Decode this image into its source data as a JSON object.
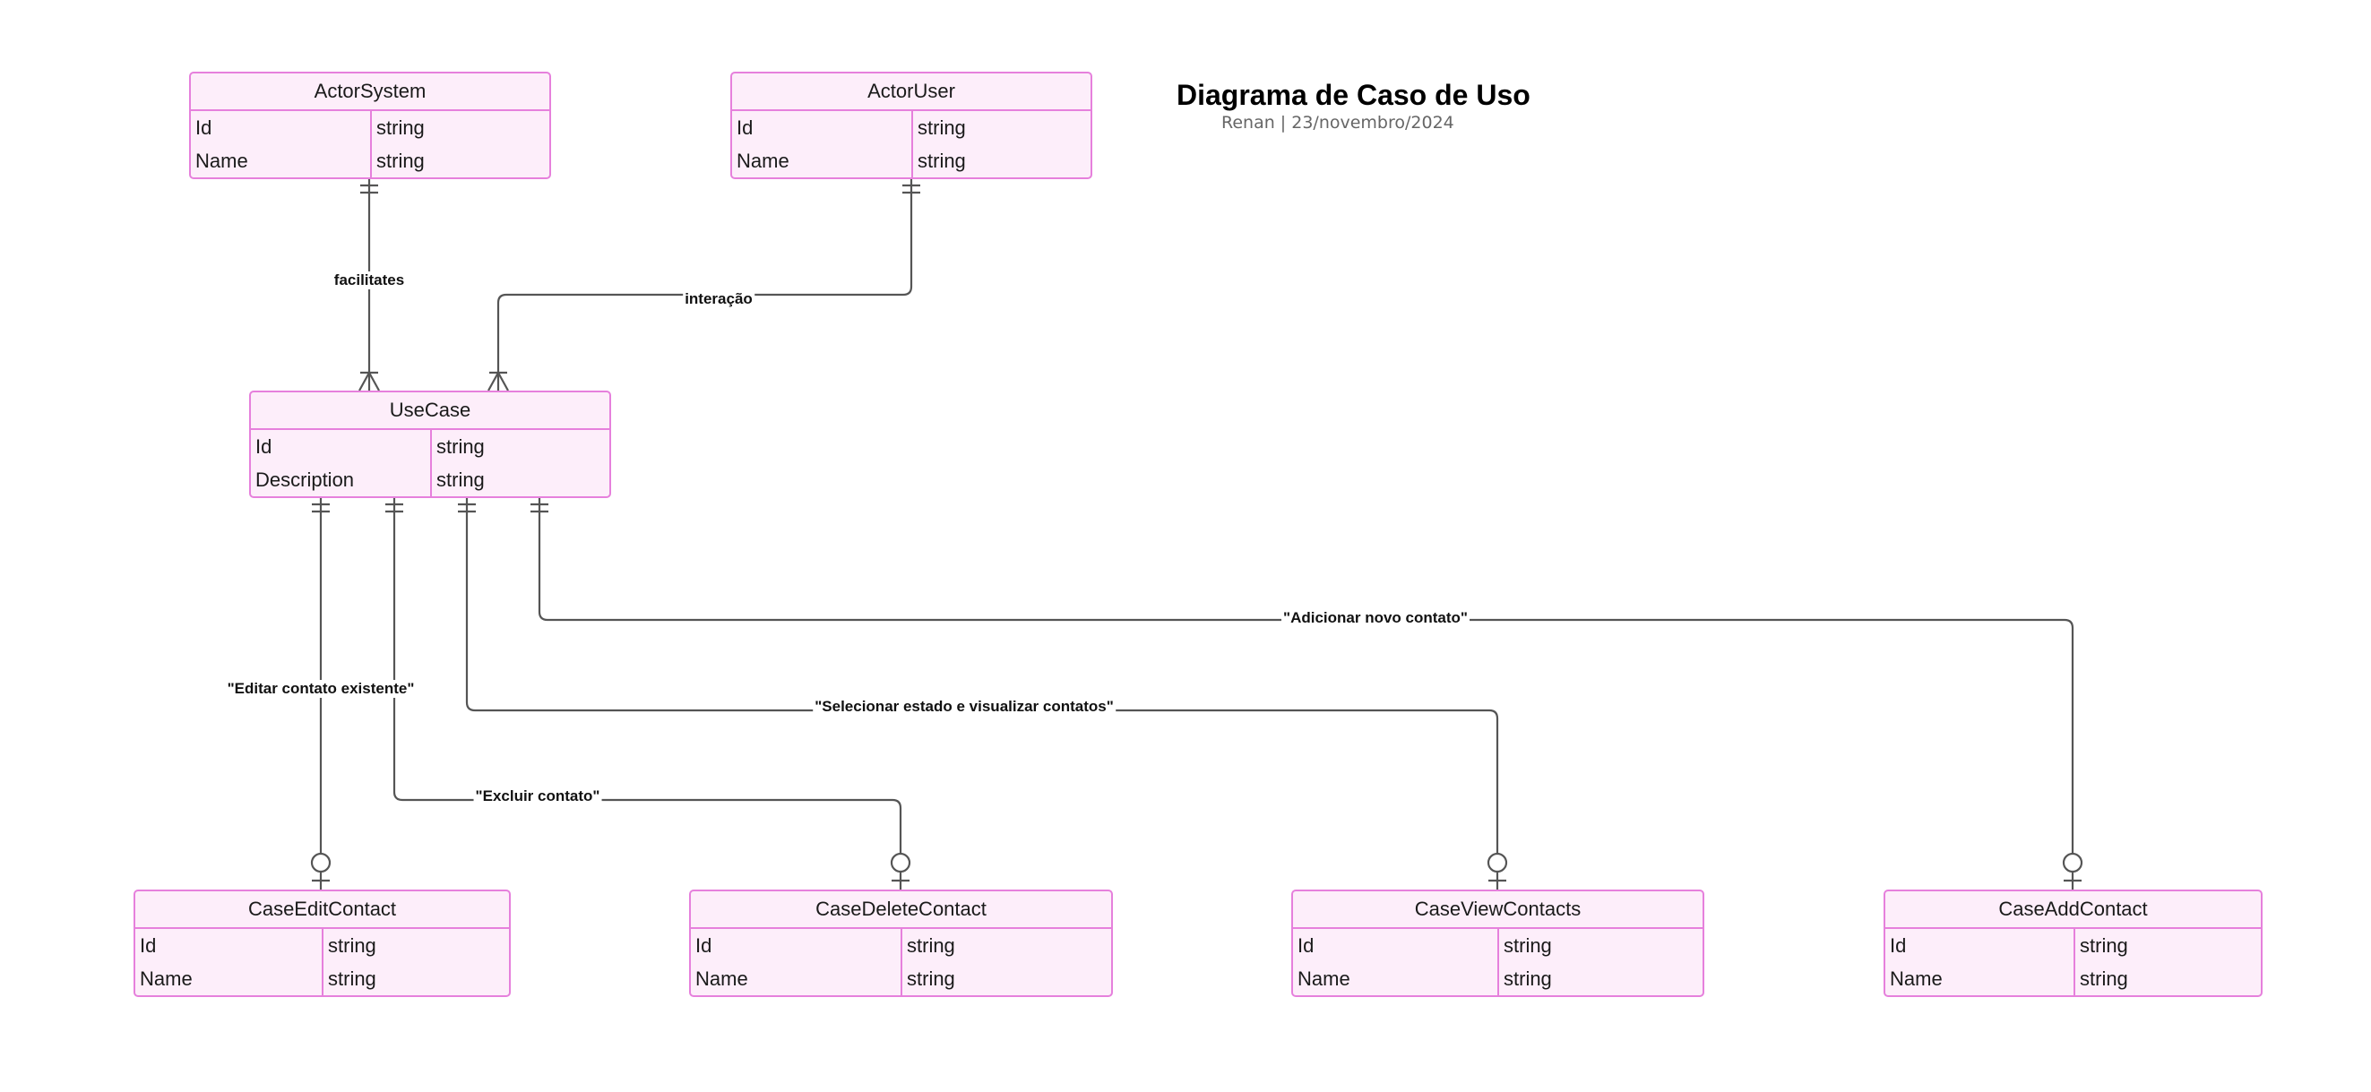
{
  "title": "Diagrama de Caso de Uso",
  "subtitle": "Renan | 23/novembro/2024",
  "colors": {
    "entity_fill": "#fdeefa",
    "entity_border": "#e680dc",
    "edge": "#555555",
    "title": "#000000",
    "subtitle": "#666666"
  },
  "entities": [
    {
      "id": "actor-system",
      "name": "ActorSystem",
      "fields": [
        {
          "name": "Id",
          "type": "string"
        },
        {
          "name": "Name",
          "type": "string"
        }
      ]
    },
    {
      "id": "actor-user",
      "name": "ActorUser",
      "fields": [
        {
          "name": "Id",
          "type": "string"
        },
        {
          "name": "Name",
          "type": "string"
        }
      ]
    },
    {
      "id": "use-case",
      "name": "UseCase",
      "fields": [
        {
          "name": "Id",
          "type": "string"
        },
        {
          "name": "Description",
          "type": "string"
        }
      ]
    },
    {
      "id": "case-edit-contact",
      "name": "CaseEditContact",
      "fields": [
        {
          "name": "Id",
          "type": "string"
        },
        {
          "name": "Name",
          "type": "string"
        }
      ]
    },
    {
      "id": "case-delete-contact",
      "name": "CaseDeleteContact",
      "fields": [
        {
          "name": "Id",
          "type": "string"
        },
        {
          "name": "Name",
          "type": "string"
        }
      ]
    },
    {
      "id": "case-view-contacts",
      "name": "CaseViewContacts",
      "fields": [
        {
          "name": "Id",
          "type": "string"
        },
        {
          "name": "Name",
          "type": "string"
        }
      ]
    },
    {
      "id": "case-add-contact",
      "name": "CaseAddContact",
      "fields": [
        {
          "name": "Id",
          "type": "string"
        },
        {
          "name": "Name",
          "type": "string"
        }
      ]
    }
  ],
  "relationships": [
    {
      "id": "facilitates",
      "from": "ActorSystem",
      "to": "UseCase",
      "label": "facilitates",
      "from_cardinality": "one-and-only-one",
      "to_cardinality": "one-or-many"
    },
    {
      "id": "interacao",
      "from": "ActorUser",
      "to": "UseCase",
      "label": "interação",
      "from_cardinality": "one-and-only-one",
      "to_cardinality": "one-or-many"
    },
    {
      "id": "editar",
      "from": "UseCase",
      "to": "CaseEditContact",
      "label": "\"Editar contato existente\"",
      "from_cardinality": "one-and-only-one",
      "to_cardinality": "zero-or-one"
    },
    {
      "id": "excluir",
      "from": "UseCase",
      "to": "CaseDeleteContact",
      "label": "\"Excluir contato\"",
      "from_cardinality": "one-and-only-one",
      "to_cardinality": "zero-or-one"
    },
    {
      "id": "selecionar",
      "from": "UseCase",
      "to": "CaseViewContacts",
      "label": "\"Selecionar estado e visualizar contatos\"",
      "from_cardinality": "one-and-only-one",
      "to_cardinality": "zero-or-one"
    },
    {
      "id": "adicionar",
      "from": "UseCase",
      "to": "CaseAddContact",
      "label": "\"Adicionar novo contato\"",
      "from_cardinality": "one-and-only-one",
      "to_cardinality": "zero-or-one"
    }
  ]
}
